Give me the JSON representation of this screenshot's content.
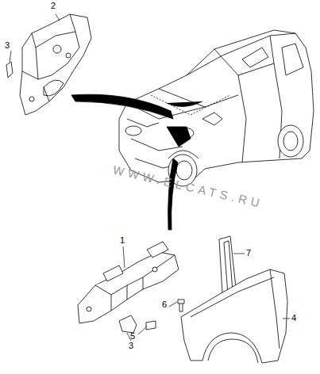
{
  "diagram": {
    "labels": [
      "2",
      "3",
      "WWW.ELCATS.RU",
      "1",
      "7",
      "6",
      "4",
      "5",
      "3"
    ]
  }
}
